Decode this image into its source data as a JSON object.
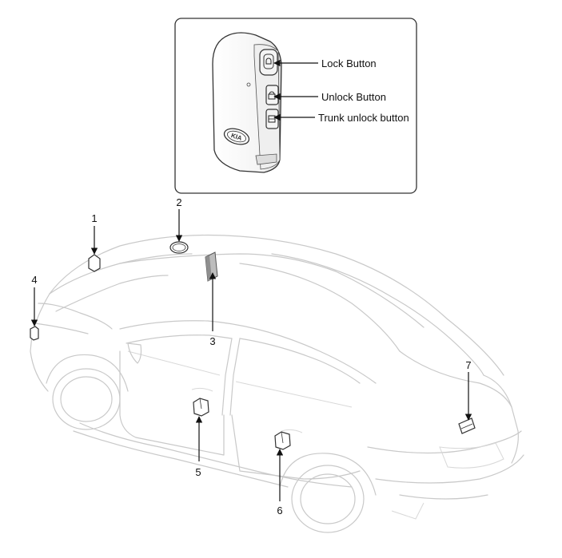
{
  "inset": {
    "callouts": {
      "lock": "Lock Button",
      "unlock": "Unlock Button",
      "trunk": "Trunk unlock button"
    },
    "fob_logo": "KIA"
  },
  "parts": {
    "p1": "1",
    "p2": "2",
    "p3": "3",
    "p4": "4",
    "p5": "5",
    "p6": "6",
    "p7": "7"
  }
}
